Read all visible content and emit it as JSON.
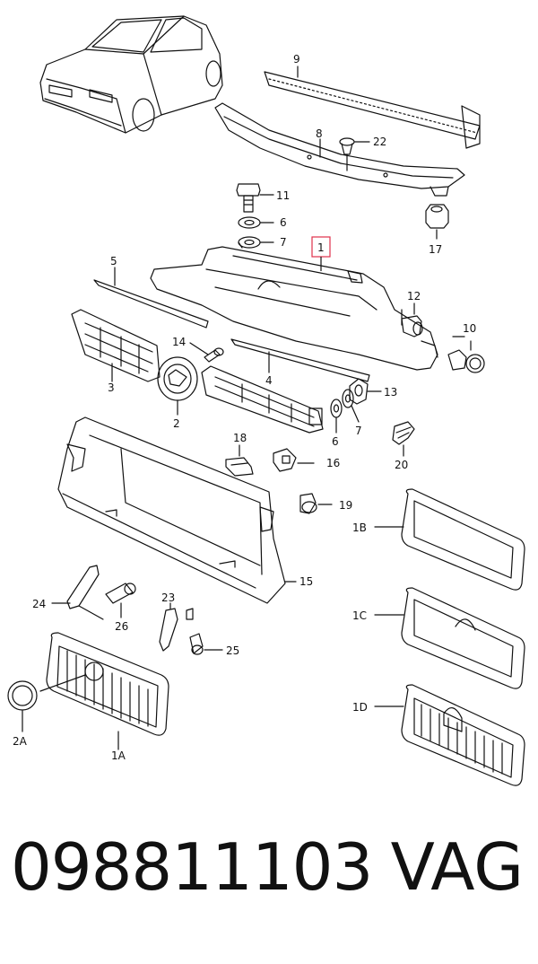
{
  "diagram": {
    "labels": {
      "p1": "1",
      "p1A": "1A",
      "p1B": "1B",
      "p1C": "1C",
      "p1D": "1D",
      "p2": "2",
      "p2A": "2A",
      "p3": "3",
      "p4": "4",
      "p5": "5",
      "p6a": "6",
      "p6b": "6",
      "p7a": "7",
      "p7b": "7",
      "p8": "8",
      "p9": "9",
      "p10": "10",
      "p11": "11",
      "p12": "12",
      "p13": "13",
      "p14": "14",
      "p15": "15",
      "p16": "16",
      "p17": "17",
      "p18": "18",
      "p19": "19",
      "p20": "20",
      "p22": "22",
      "p23": "23",
      "p24": "24",
      "p25": "25",
      "p26": "26"
    },
    "highlight_color": "#e0314b"
  },
  "footer": {
    "part_number": "098811103",
    "brand": "VAG"
  }
}
